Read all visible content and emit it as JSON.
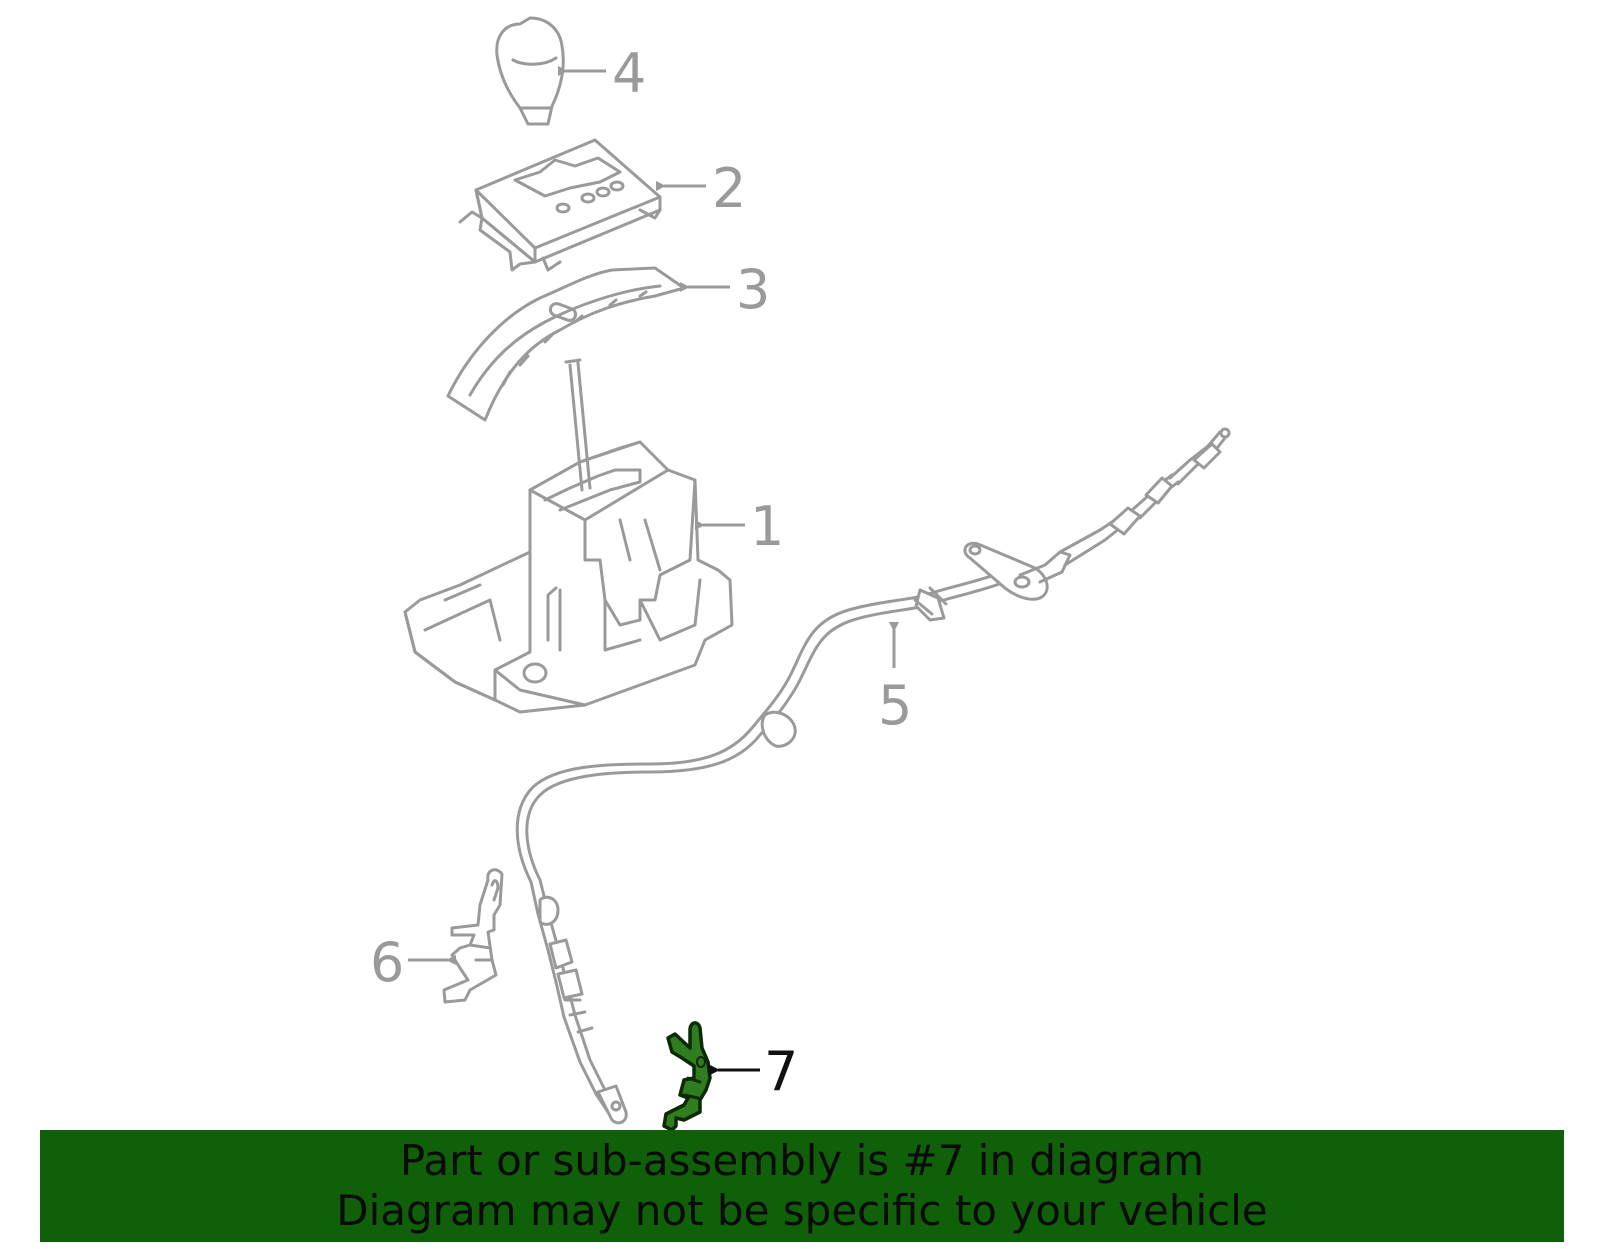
{
  "callouts": {
    "c1": "1",
    "c2": "2",
    "c3": "3",
    "c4": "4",
    "c5": "5",
    "c6": "6",
    "c7": "7"
  },
  "highlight_color": "#2f7d1e",
  "banner": {
    "color": "#0f6009",
    "line1": "Part or sub-assembly is #7 in diagram",
    "line2": "Diagram may not be specific to your vehicle"
  }
}
